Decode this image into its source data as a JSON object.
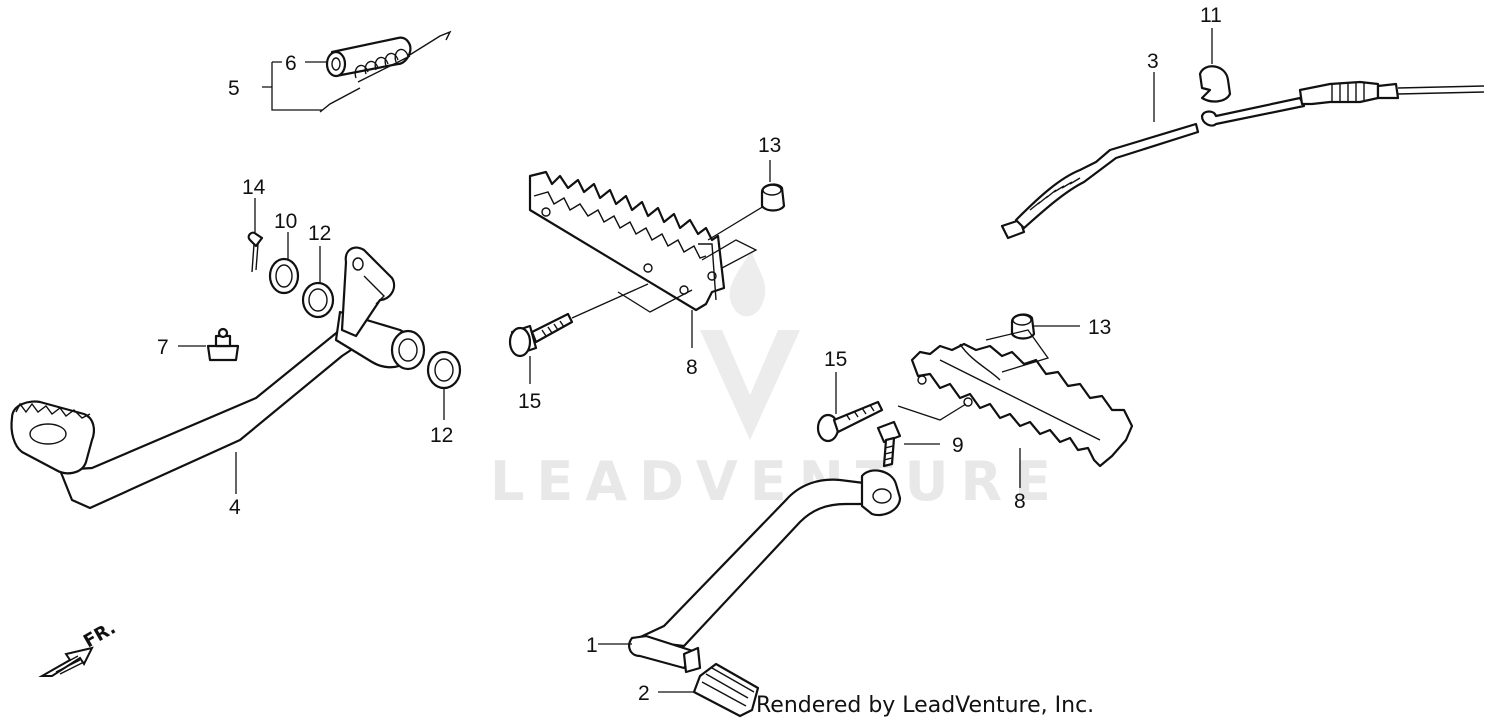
{
  "watermark": {
    "text": "LEADVENTURE"
  },
  "direction": {
    "label": "FR."
  },
  "credit": {
    "text": "Rendered by LeadVenture, Inc."
  },
  "callouts": [
    {
      "id": "c1",
      "text": "1"
    },
    {
      "id": "c2",
      "text": "2"
    },
    {
      "id": "c3",
      "text": "3"
    },
    {
      "id": "c4",
      "text": "4"
    },
    {
      "id": "c5",
      "text": "5"
    },
    {
      "id": "c6",
      "text": "6"
    },
    {
      "id": "c7",
      "text": "7"
    },
    {
      "id": "c8a",
      "text": "8"
    },
    {
      "id": "c8b",
      "text": "8"
    },
    {
      "id": "c9",
      "text": "9"
    },
    {
      "id": "c10",
      "text": "10"
    },
    {
      "id": "c11",
      "text": "11"
    },
    {
      "id": "c12a",
      "text": "12"
    },
    {
      "id": "c12b",
      "text": "12"
    },
    {
      "id": "c13a",
      "text": "13"
    },
    {
      "id": "c13b",
      "text": "13"
    },
    {
      "id": "c14",
      "text": "14"
    },
    {
      "id": "c15a",
      "text": "15"
    },
    {
      "id": "c15b",
      "text": "15"
    }
  ]
}
